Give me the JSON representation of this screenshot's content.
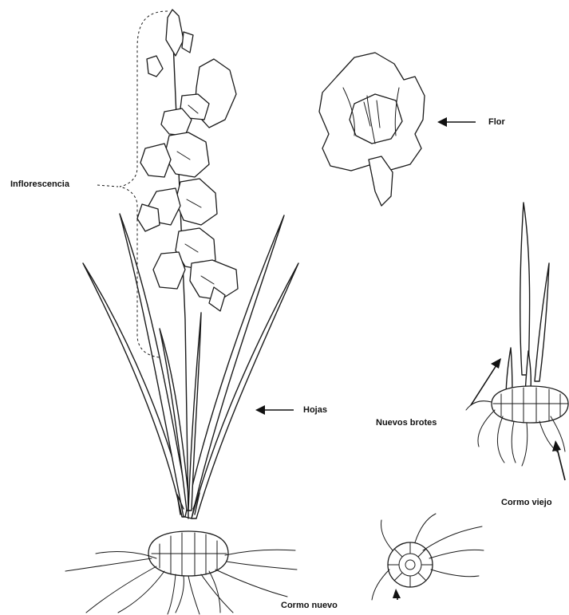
{
  "labels": {
    "inflorescence": "Inflorescencia",
    "flower": "Flor",
    "leaves": "Hojas",
    "new_shoots": "Nuevos brotes",
    "old_corm": "Cormo viejo",
    "new_corm": "Cormo nuevo"
  },
  "colors": {
    "ink": "#1a1a1a",
    "background": "#ffffff"
  }
}
